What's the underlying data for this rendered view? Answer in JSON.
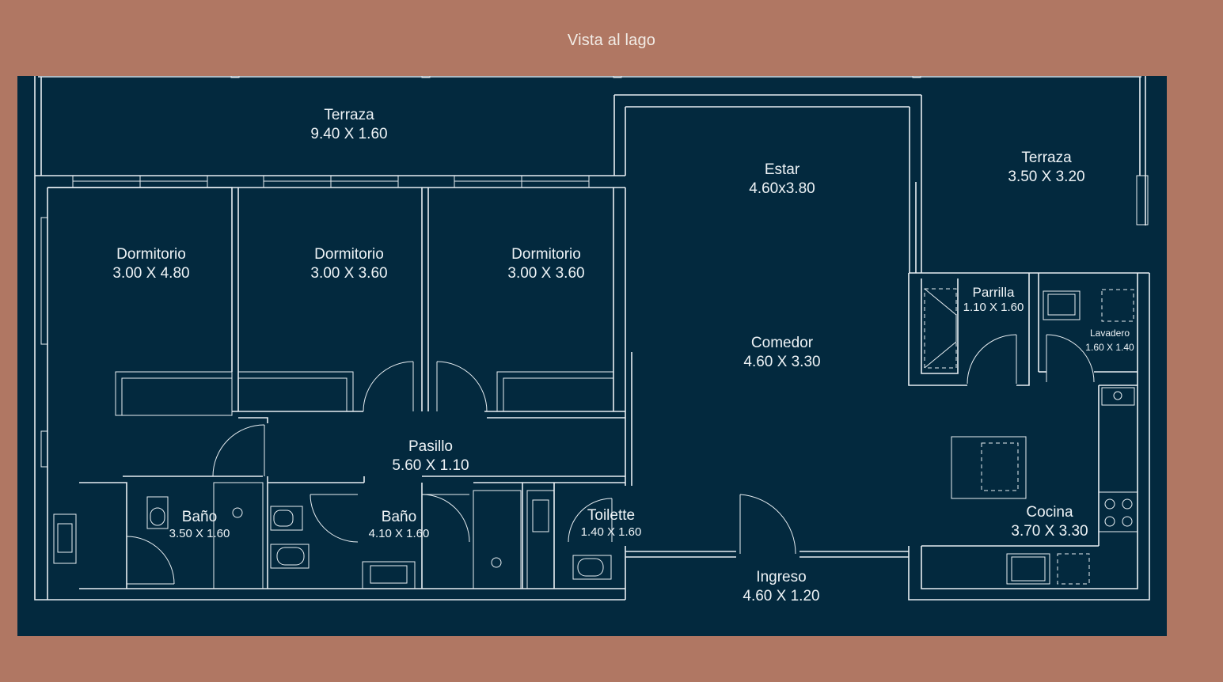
{
  "title": "Vista al lago",
  "rooms": {
    "terraza1": {
      "name": "Terraza",
      "size": "9.40 X 1.60"
    },
    "dorm1": {
      "name": "Dormitorio",
      "size": "3.00 X 4.80"
    },
    "dorm2": {
      "name": "Dormitorio",
      "size": "3.00 X 3.60"
    },
    "dorm3": {
      "name": "Dormitorio",
      "size": "3.00 X 3.60"
    },
    "estar": {
      "name": "Estar",
      "size": "4.60x3.80"
    },
    "terraza2": {
      "name": "Terraza",
      "size": "3.50 X 3.20"
    },
    "parrilla": {
      "name": "Parrilla",
      "size": "1.10 X 1.60"
    },
    "lavadero": {
      "name": "Lavadero",
      "size": "1.60 X 1.40"
    },
    "comedor": {
      "name": "Comedor",
      "size": "4.60 X 3.30"
    },
    "pasillo": {
      "name": "Pasillo",
      "size": "5.60 X 1.10"
    },
    "bano1": {
      "name": "Baño",
      "size": "3.50 X 1.60"
    },
    "bano2": {
      "name": "Baño",
      "size": "4.10 X 1.60"
    },
    "toilette": {
      "name": "Toilette",
      "size": "1.40 X 1.60"
    },
    "cocina": {
      "name": "Cocina",
      "size": "3.70 X 3.30"
    },
    "ingreso": {
      "name": "Ingreso",
      "size": "4.60 X 1.20"
    }
  }
}
